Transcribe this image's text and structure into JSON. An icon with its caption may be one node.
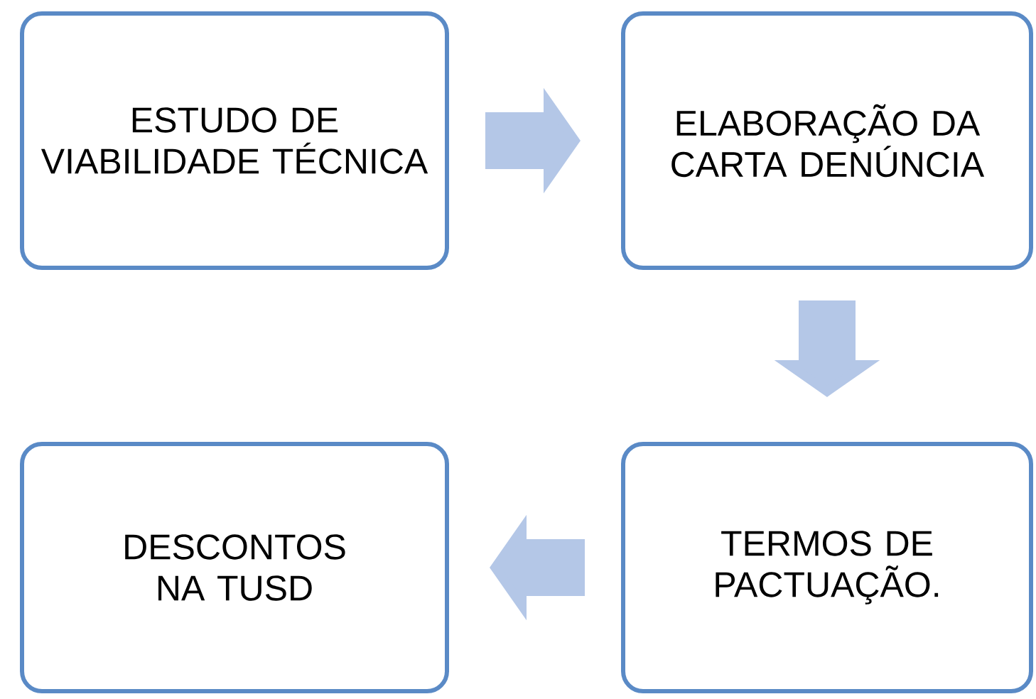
{
  "diagram": {
    "nodes": [
      {
        "text": [
          "ESTUDO DE VIABILIDADE TÉCNICA"
        ]
      },
      {
        "text": [
          "ELABORAÇÃO DA CARTA DENÚNCIA"
        ]
      },
      {
        "text": [
          "TERMOS DE PACTUAÇÃO."
        ]
      },
      {
        "text": [
          "DESCONTOS NA TUSD"
        ]
      }
    ],
    "edges": [
      {
        "from": 0,
        "to": 1,
        "arrow": "to"
      },
      {
        "from": 1,
        "to": 2,
        "arrow": "to"
      },
      {
        "from": 2,
        "to": 3,
        "arrow": "to"
      }
    ]
  }
}
